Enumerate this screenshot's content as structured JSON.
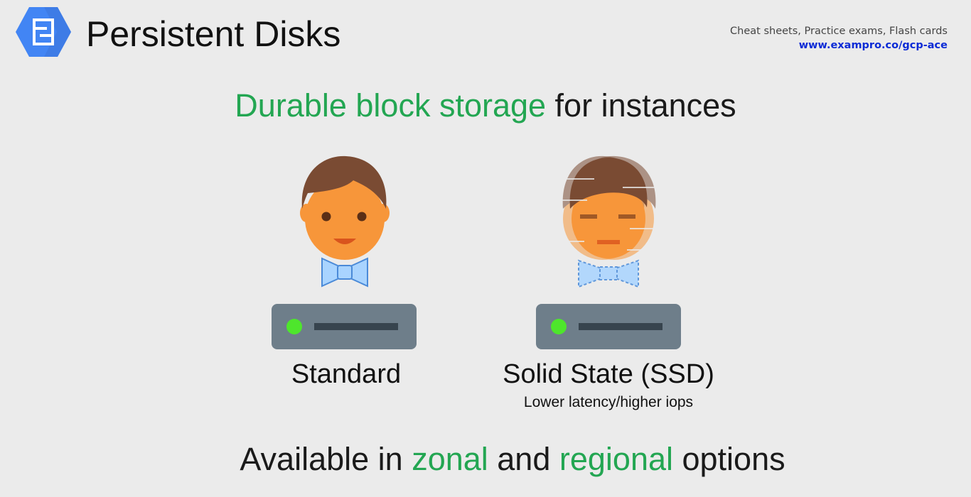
{
  "header": {
    "title": "Persistent Disks",
    "logo_icon": "google-cloud-persistent-disk-hexagon-icon"
  },
  "promo": {
    "line1": "Cheat sheets, Practice exams, Flash cards",
    "line2": "www.exampro.co/gcp-ace"
  },
  "headline": {
    "highlight": "Durable block storage",
    "rest": " for instances"
  },
  "options": [
    {
      "label": "Standard",
      "icons": [
        "person-icon",
        "server-disk-icon"
      ]
    },
    {
      "label": "Solid State (SSD)",
      "sublabel": "Lower latency/higher iops",
      "icons": [
        "fast-person-icon",
        "server-disk-icon"
      ]
    }
  ],
  "footer": {
    "part1": "Available in ",
    "highlight1": "zonal",
    "part2": " and ",
    "highlight2": "regional",
    "part3": " options"
  },
  "colors": {
    "accent_green": "#23a652",
    "link_blue": "#0b2bd6",
    "logo_blue": "#4285f4",
    "disk_gray": "#6e7e8a",
    "disk_light": "#4ee62c",
    "skin": "#f7963a",
    "hair": "#7a4b33",
    "bowtie": "#a9d4ff"
  }
}
